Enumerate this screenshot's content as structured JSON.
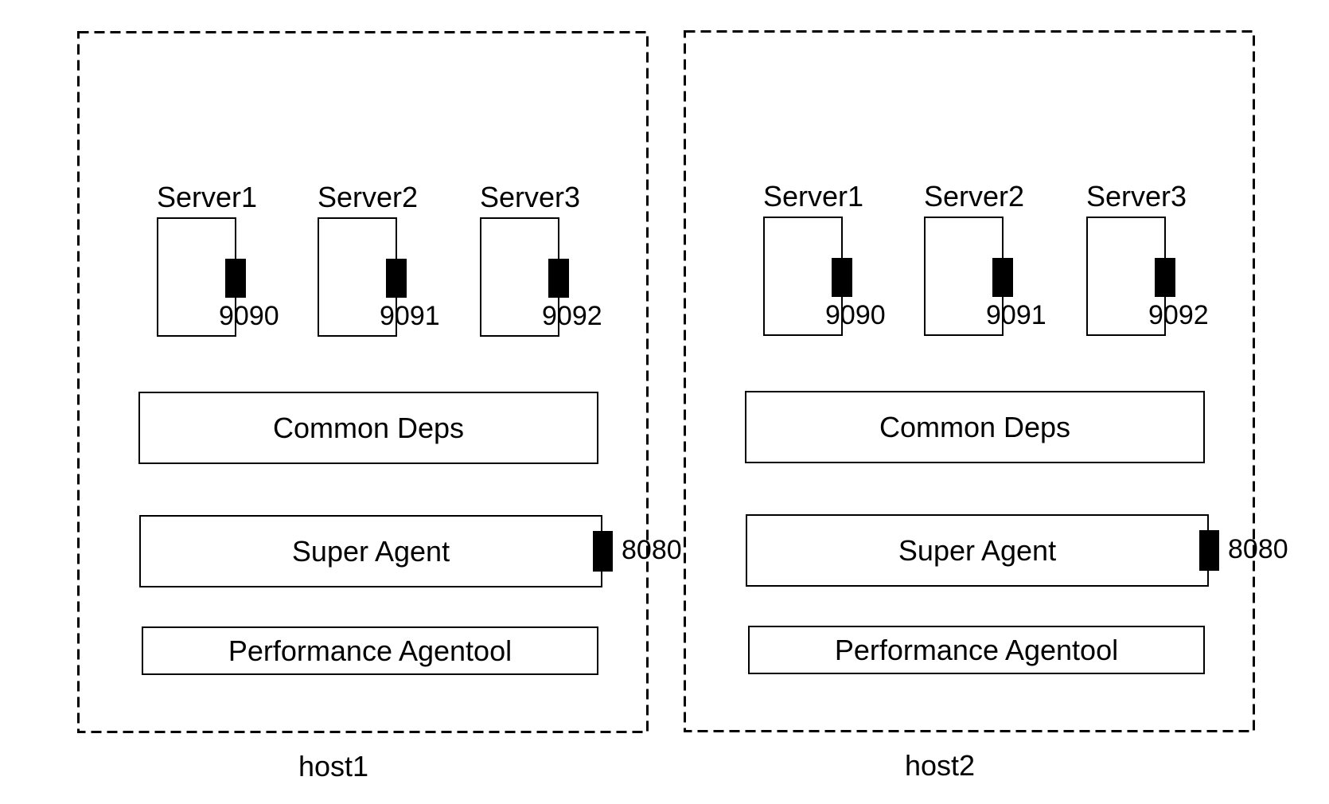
{
  "diagram": {
    "hosts": [
      {
        "label": "host1",
        "servers": [
          {
            "name": "Server1",
            "port": "9090"
          },
          {
            "name": "Server2",
            "port": "9091"
          },
          {
            "name": "Server3",
            "port": "9092"
          }
        ],
        "common_deps_label": "Common Deps",
        "super_agent_label": "Super Agent",
        "super_agent_port": "8080",
        "performance_label": "Performance Agentool"
      },
      {
        "label": "host2",
        "servers": [
          {
            "name": "Server1",
            "port": "9090"
          },
          {
            "name": "Server2",
            "port": "9091"
          },
          {
            "name": "Server3",
            "port": "9092"
          }
        ],
        "common_deps_label": "Common Deps",
        "super_agent_label": "Super Agent",
        "super_agent_port": "8080",
        "performance_label": "Performance Agentool"
      }
    ],
    "colors": {
      "line": "#000000",
      "background": "#ffffff",
      "marker_fill": "#000000"
    }
  }
}
